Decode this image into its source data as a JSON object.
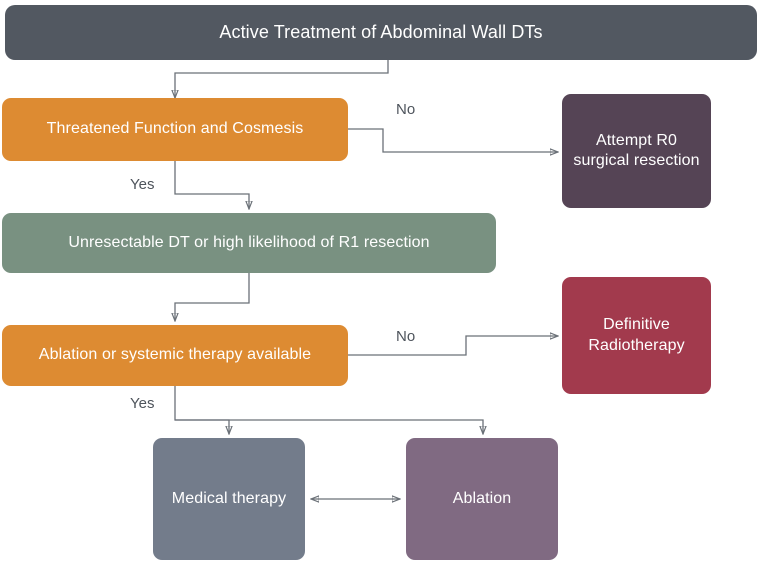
{
  "diagram": {
    "title": "Active Treatment of Abdominal Wall DTs",
    "type": "flowchart",
    "nodes": {
      "header": {
        "label": "Active Treatment of Abdominal Wall DTs",
        "color": "#525861"
      },
      "threatened": {
        "label": "Threatened Function and Cosmesis",
        "color": "#dd8b32"
      },
      "attempt_resection": {
        "label": "Attempt R0 surgical resection",
        "color": "#554455"
      },
      "unresectable": {
        "label": "Unresectable DT or high likelihood of R1 resection",
        "color": "#799181"
      },
      "ablation_available": {
        "label": "Ablation or systemic therapy available",
        "color": "#dd8b32"
      },
      "radiotherapy": {
        "label": "Definitive Radiotherapy",
        "color": "#a23a4d"
      },
      "medical_therapy": {
        "label": "Medical therapy",
        "color": "#737c8b"
      },
      "ablation": {
        "label": "Ablation",
        "color": "#806a82"
      }
    },
    "edge_labels": {
      "no_1": "No",
      "yes_1": "Yes",
      "no_2": "No",
      "yes_2": "Yes"
    }
  }
}
